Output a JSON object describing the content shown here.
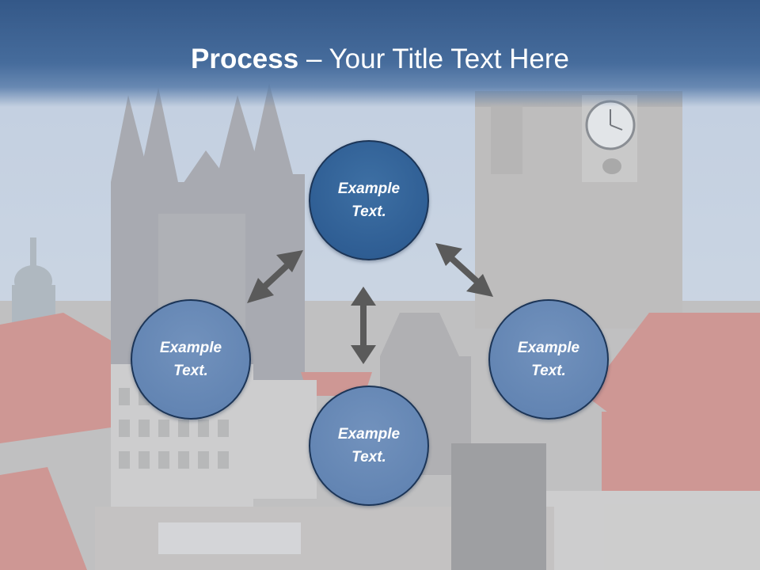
{
  "title": {
    "bold": "Process",
    "rest": " – Your Title Text Here"
  },
  "nodes": {
    "top": {
      "line1": "Example",
      "line2": "Text."
    },
    "left": {
      "line1": "Example",
      "line2": "Text."
    },
    "right": {
      "line1": "Example",
      "line2": "Text."
    },
    "bottom": {
      "line1": "Example",
      "line2": "Text."
    }
  },
  "colors": {
    "title_band": "#345888",
    "node_primary": "#2f5e94",
    "node_secondary": "#6385b3",
    "node_border": "#1c3557",
    "arrow": "#5a5a5a"
  }
}
